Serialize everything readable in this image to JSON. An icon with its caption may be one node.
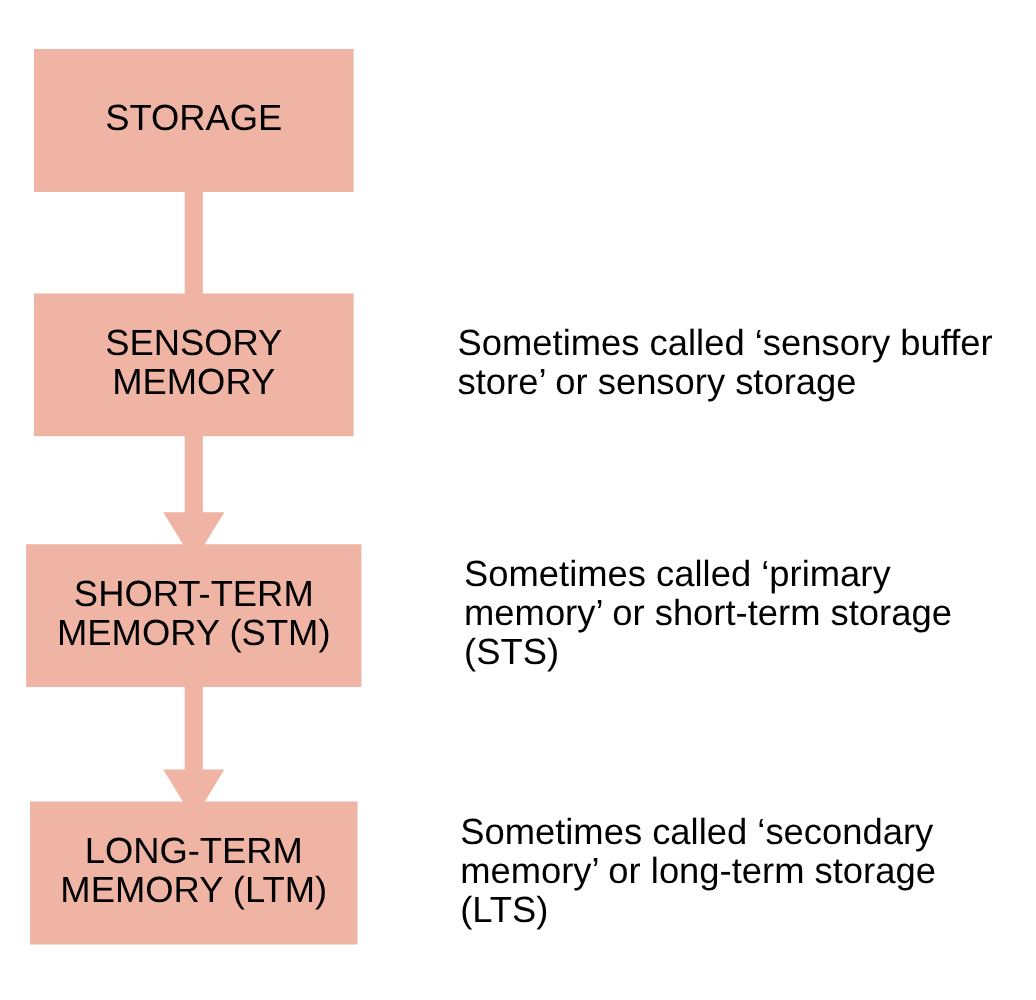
{
  "diagram": {
    "nodes": [
      {
        "text": [
          "STORAGE"
        ]
      },
      {
        "text": [
          "SENSORY MEMORY"
        ],
        "beside": [
          "Sometimes called ‘sensory buffer store’ or sensory storage"
        ]
      },
      {
        "text": [
          "SHORT-TERM MEMORY (STM)"
        ],
        "beside": [
          "Sometimes called ‘primary memory’ or short-term storage (STS)"
        ]
      },
      {
        "text": [
          "LONG-TERM MEMORY (LTM)"
        ],
        "beside": [
          "Sometimes called ‘secondary memory’ or long-term storage (LTS)"
        ]
      }
    ],
    "edges": [
      {
        "from": 0,
        "to": 1,
        "arrow": "none"
      },
      {
        "from": 1,
        "to": 2,
        "arrow": "to"
      },
      {
        "from": 2,
        "to": 3,
        "arrow": "to"
      }
    ]
  }
}
